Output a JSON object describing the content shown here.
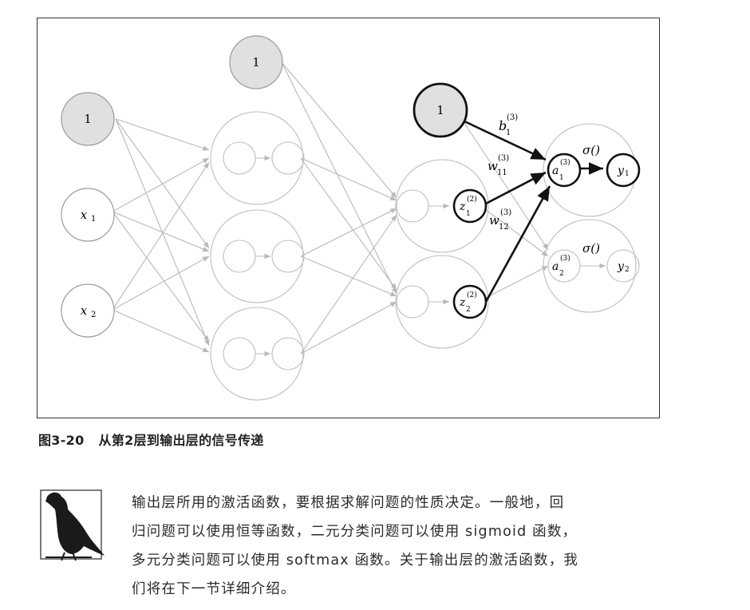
{
  "figure": {
    "caption_number": "图3-20",
    "caption_text": "从第2层到输出层的信号传递",
    "nodes": {
      "bias_layer1": "1",
      "bias_layer2": "1",
      "bias_layer3": "1",
      "x1": "x",
      "x1_sub": "1",
      "x2": "x",
      "x2_sub": "2",
      "z1": "z",
      "z1_sub": "1",
      "z1_sup": "(2)",
      "z2": "z",
      "z2_sub": "2",
      "z2_sup": "(2)",
      "a1": "a",
      "a1_sub": "1",
      "a1_sup": "(3)",
      "a2": "a",
      "a2_sub": "2",
      "a2_sup": "(3)",
      "y1": "y",
      "y1_sub": "1",
      "y2": "y",
      "y2_sub": "2"
    },
    "edge_labels": {
      "b1": "b",
      "b1_sub": "1",
      "b1_sup": "(3)",
      "w11": "w",
      "w11_sub": "11",
      "w11_sup": "(3)",
      "w12": "w",
      "w12_sub": "12",
      "w12_sup": "(3)",
      "sigma1": "σ()",
      "sigma2": "σ()"
    },
    "colors": {
      "bias_fill": "#e0e0e0",
      "highlight": "#111111",
      "faded": "#b8b8b8"
    }
  },
  "note": {
    "icon": "crow-icon",
    "lines": [
      "输出层所用的激活函数，要根据求解问题的性质决定。一般地，回",
      "归问题可以使用恒等函数，二元分类问题可以使用 sigmoid 函数，",
      "多元分类问题可以使用 softmax 函数。关于输出层的激活函数，我",
      "们将在下一节详细介绍。"
    ]
  }
}
